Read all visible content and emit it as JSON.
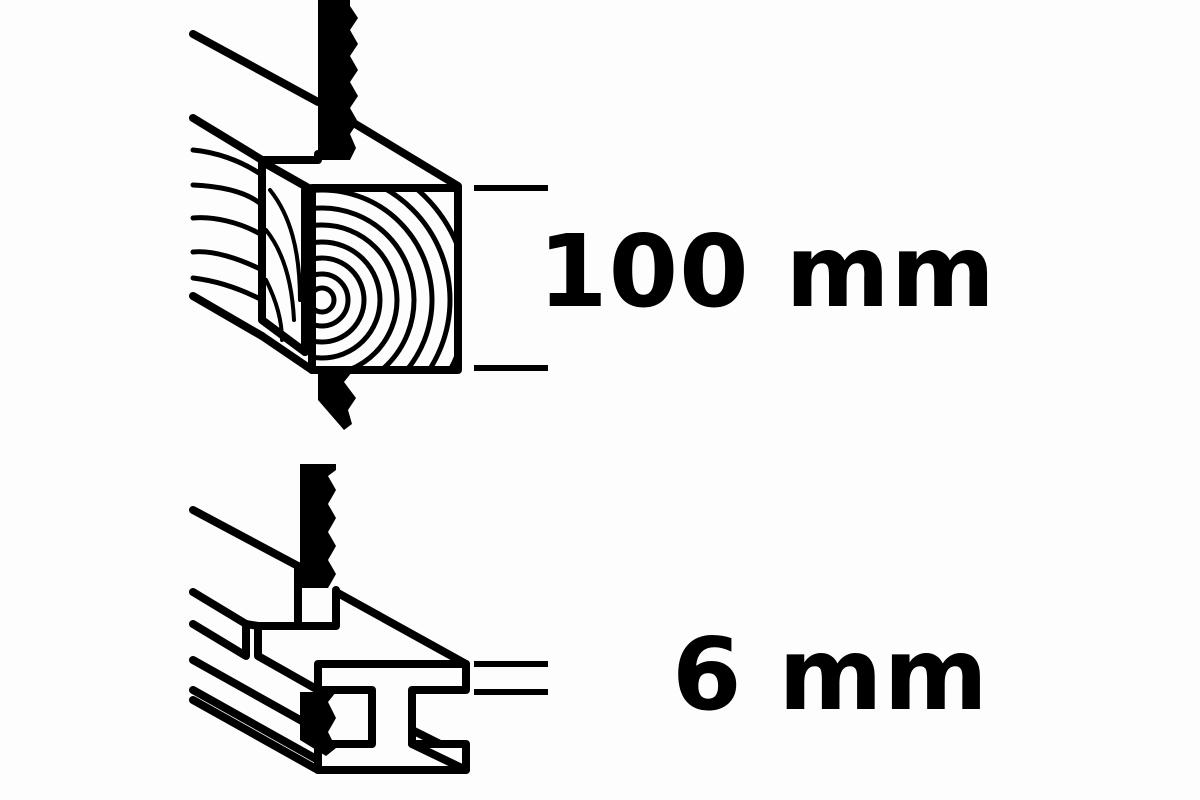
{
  "wood": {
    "depth_label": "100 mm",
    "depth_value": 100,
    "unit": "mm"
  },
  "metal": {
    "depth_label": "6 mm",
    "depth_value": 6,
    "unit": "mm"
  },
  "colors": {
    "ink": "#000000",
    "background": "#fdfdfd"
  }
}
